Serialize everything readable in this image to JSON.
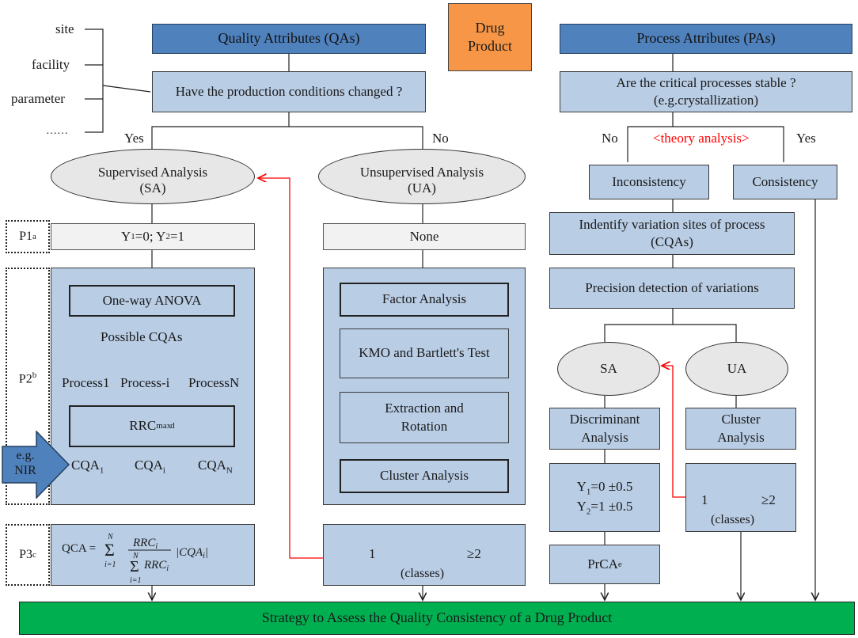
{
  "drug_product": "Drug Product",
  "qa_header": "Quality Attributes (QAs)",
  "pa_header": "Process Attributes (PAs)",
  "left_labels": [
    "site",
    "facility",
    "parameter",
    "……"
  ],
  "q_left": "Have the production conditions changed ?",
  "q_right": "Are the critical processes stable ? (e.g.crystallization)",
  "yes": "Yes",
  "no": "No",
  "theory": "<theory analysis>",
  "supervised": "Supervised Analysis (SA)",
  "unsupervised": "Unsupervised Analysis (UA)",
  "inconsistency": "Inconsistency",
  "consistency": "Consistency",
  "phases": {
    "p1": "P1",
    "p1_sup": "a",
    "p2": "P2",
    "p2_sup": "b",
    "p3": "P3",
    "p3_sup": "c"
  },
  "y_labels": {
    "y1": "Y",
    "eq1": "=0; Y",
    "eq2": "=1"
  },
  "none": "None",
  "identify": "Indentify variation sites of process (CQAs)",
  "precision": "Precision detection of variations",
  "anova": "One-way ANOVA",
  "possible": "Possible CQAs",
  "processes": [
    "Process1",
    "Process-i",
    "ProcessN"
  ],
  "rrc": "RRC",
  "rrc_sub": "max",
  "rrc_sup": "d",
  "cqa": "CQA",
  "cqa_subs": [
    "1",
    "i",
    "N"
  ],
  "nir": "e.g. NIR",
  "factor": "Factor Analysis",
  "kmo": "KMO and Bartlett's Test",
  "extraction": "Extraction and Rotation",
  "cluster": "Cluster Analysis",
  "sa": "SA",
  "ua": "UA",
  "discriminant": "Discriminant Analysis",
  "cluster2": "Cluster Analysis",
  "y_tol": {
    "y": "Y",
    "l1": "=0 ±0.5",
    "l2": "=1 ±0.5"
  },
  "prca": "PrCA",
  "prca_sup": "e",
  "classes_one": "1",
  "classes_many": "≥2",
  "classes": "(classes)",
  "qca_formula": "QCA = Σ RRC_i / Σ RRC_i |CQA_i|",
  "strategy": "Strategy to Assess the Quality Consistency of a Drug Product"
}
